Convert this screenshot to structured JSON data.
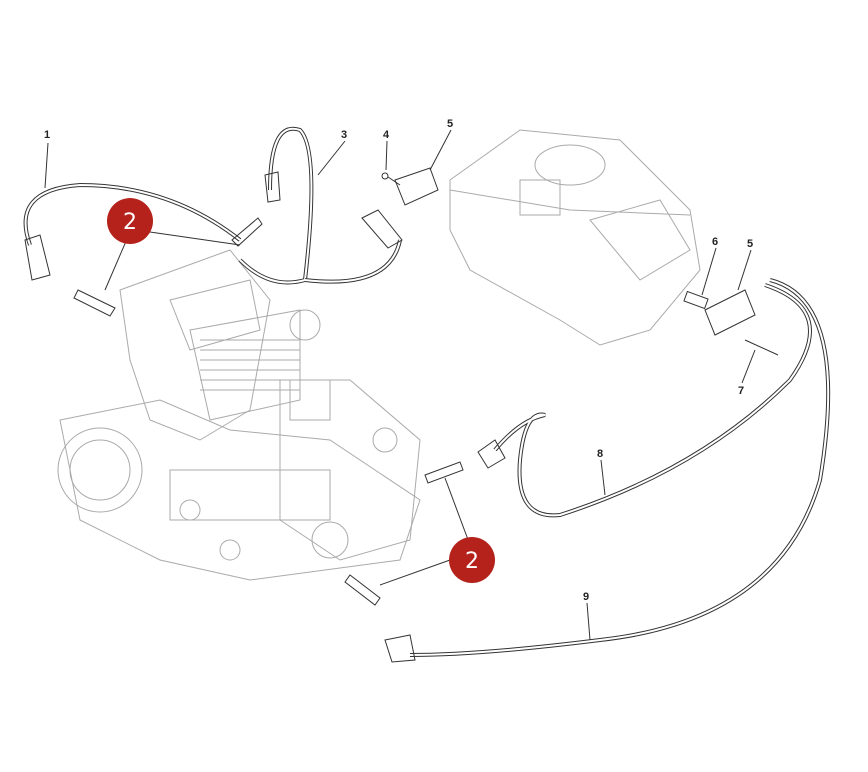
{
  "diagram": {
    "callouts": [
      {
        "id": "1",
        "label": "1"
      },
      {
        "id": "3",
        "label": "3"
      },
      {
        "id": "4",
        "label": "4"
      },
      {
        "id": "5a",
        "label": "5"
      },
      {
        "id": "5b",
        "label": "5"
      },
      {
        "id": "6",
        "label": "6"
      },
      {
        "id": "7",
        "label": "7"
      },
      {
        "id": "8",
        "label": "8"
      },
      {
        "id": "9",
        "label": "9"
      }
    ],
    "highlight_badges": [
      {
        "label": "2"
      },
      {
        "label": "2"
      }
    ],
    "colors": {
      "badge": "#b5221b",
      "line": "#333333",
      "ghost": "#aaaaaa"
    }
  }
}
